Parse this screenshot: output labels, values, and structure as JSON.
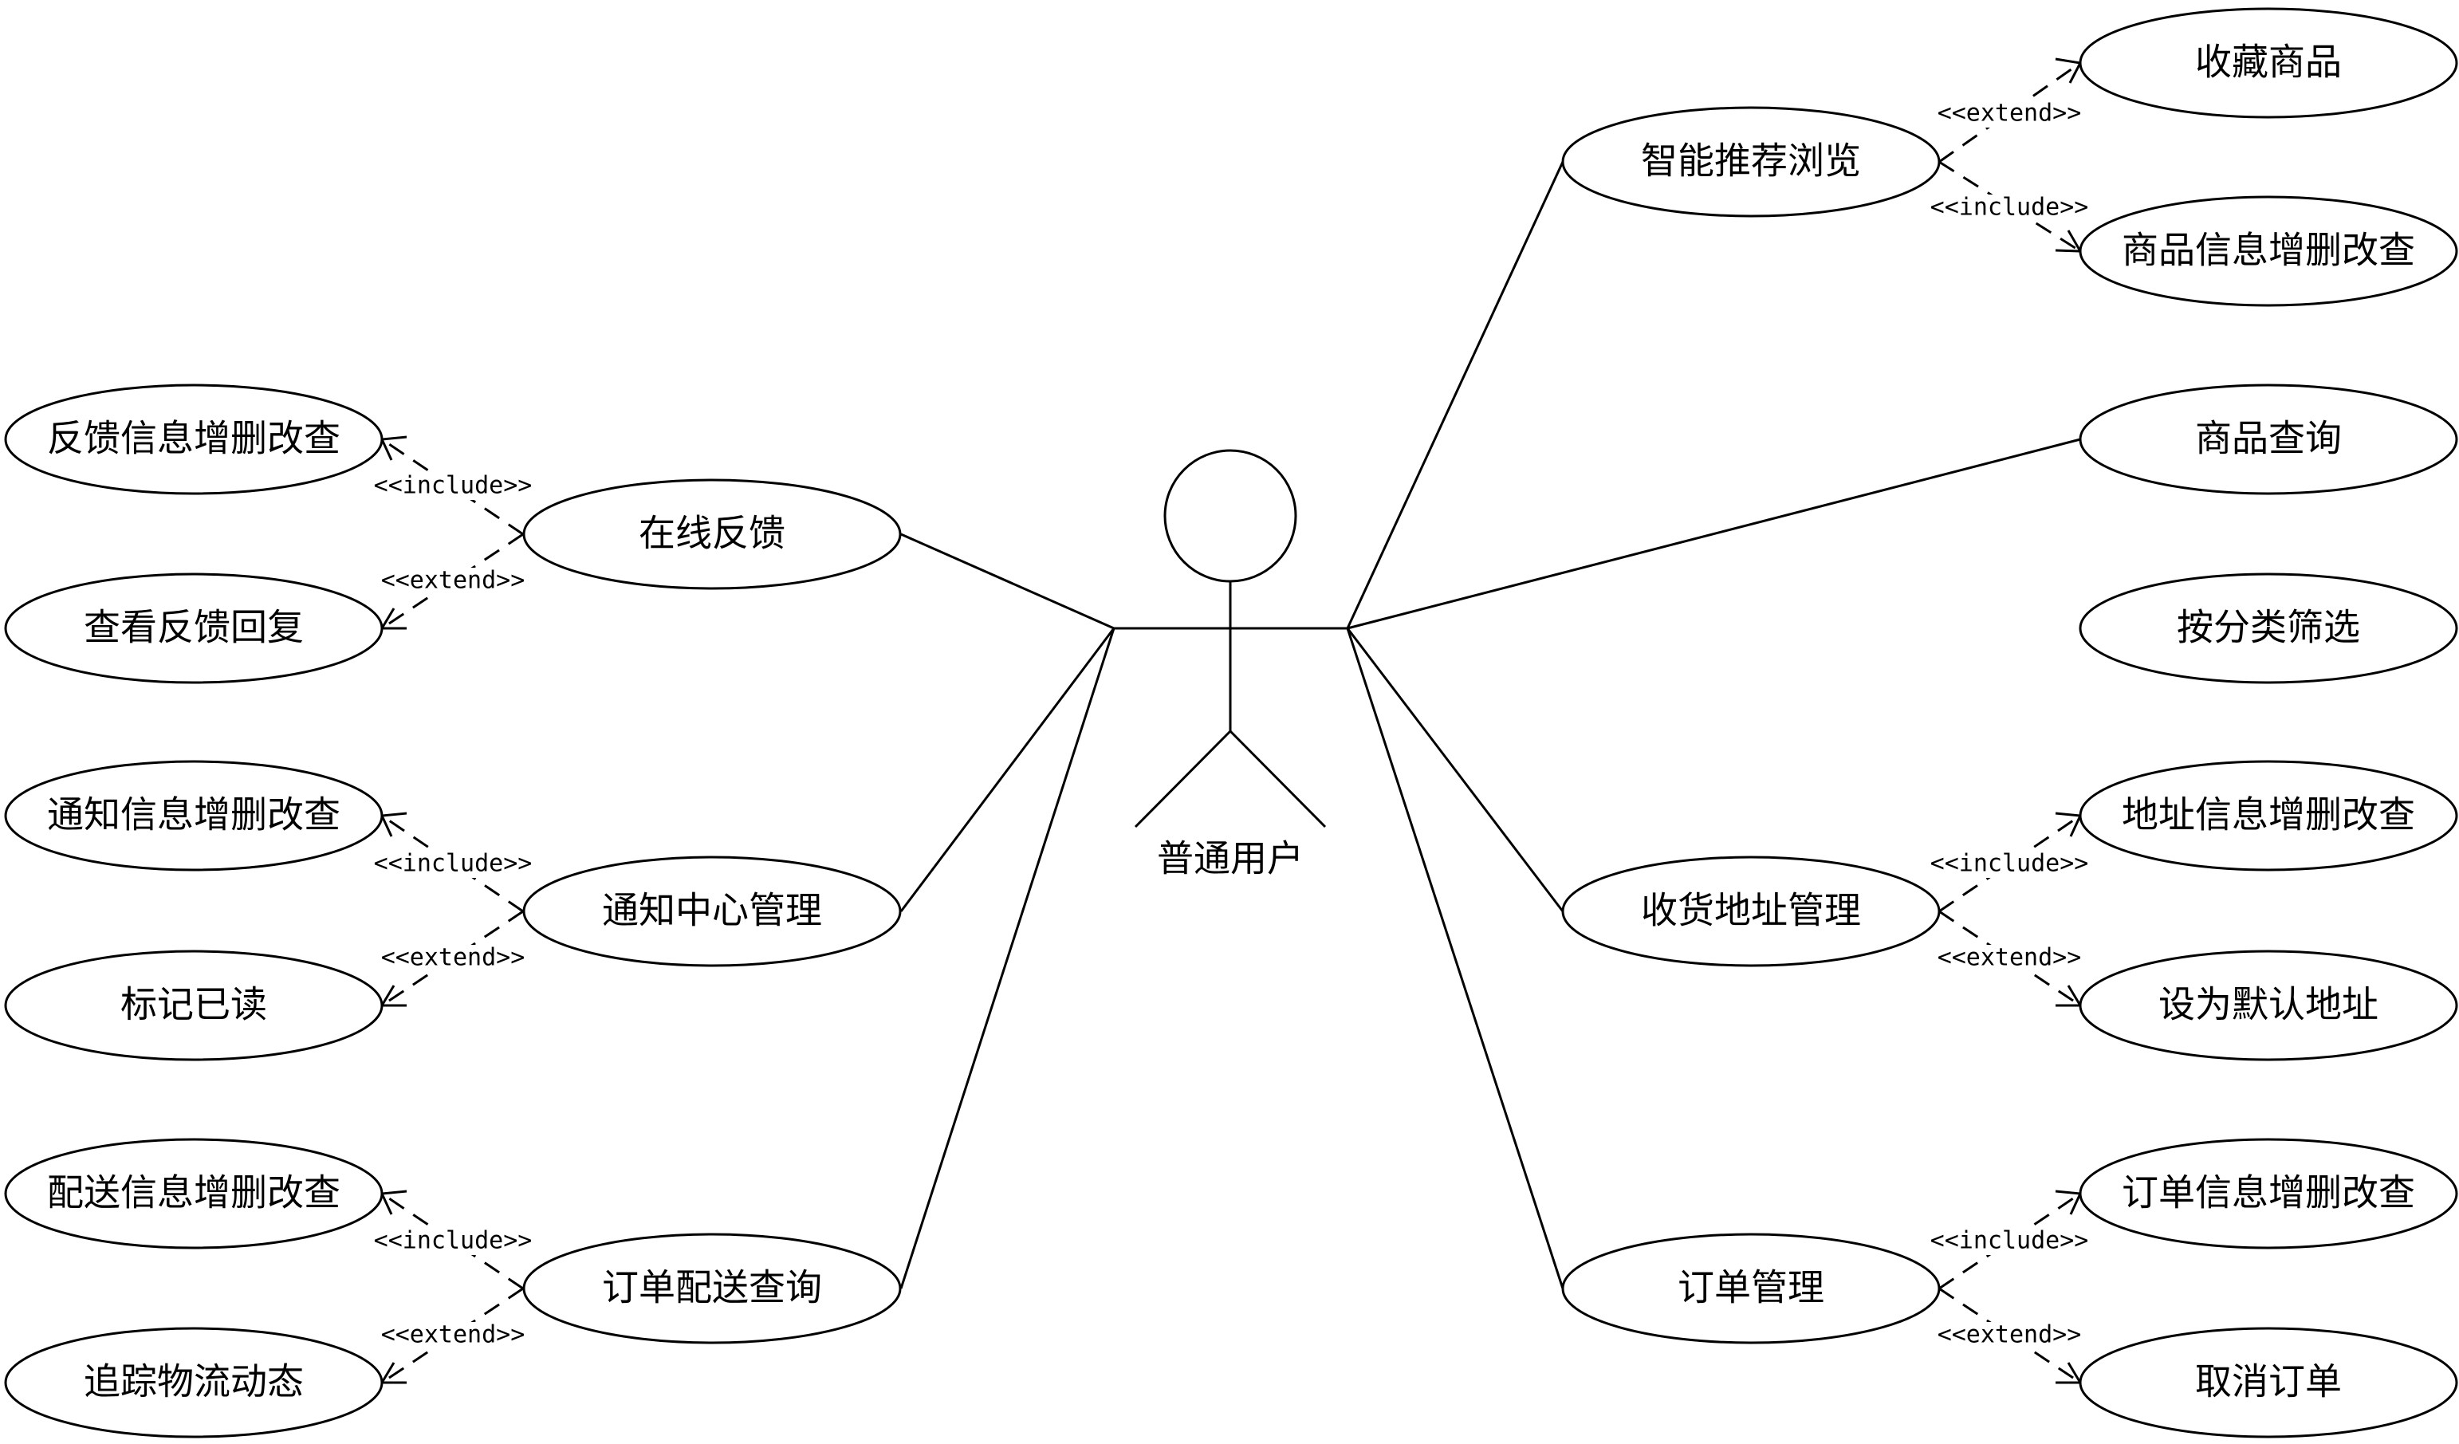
{
  "actor": {
    "name": "普通用户"
  },
  "use_cases": {
    "smart_browse": "智能推荐浏览",
    "collect_goods": "收藏商品",
    "goods_crud": "商品信息增删改查",
    "goods_query": "商品查询",
    "filter_category": "按分类筛选",
    "address_mgmt": "收货地址管理",
    "address_crud": "地址信息增删改查",
    "set_default_address": "设为默认地址",
    "order_mgmt": "订单管理",
    "order_crud": "订单信息增删改查",
    "cancel_order": "取消订单",
    "online_feedback": "在线反馈",
    "feedback_crud": "反馈信息增删改查",
    "view_feedback_reply": "查看反馈回复",
    "notice_center": "通知中心管理",
    "notice_crud": "通知信息增删改查",
    "mark_read": "标记已读",
    "order_delivery": "订单配送查询",
    "delivery_crud": "配送信息增删改查",
    "track_logistics": "追踪物流动态"
  },
  "stereotypes": {
    "include": "<<include>>",
    "extend": "<<extend>>"
  }
}
